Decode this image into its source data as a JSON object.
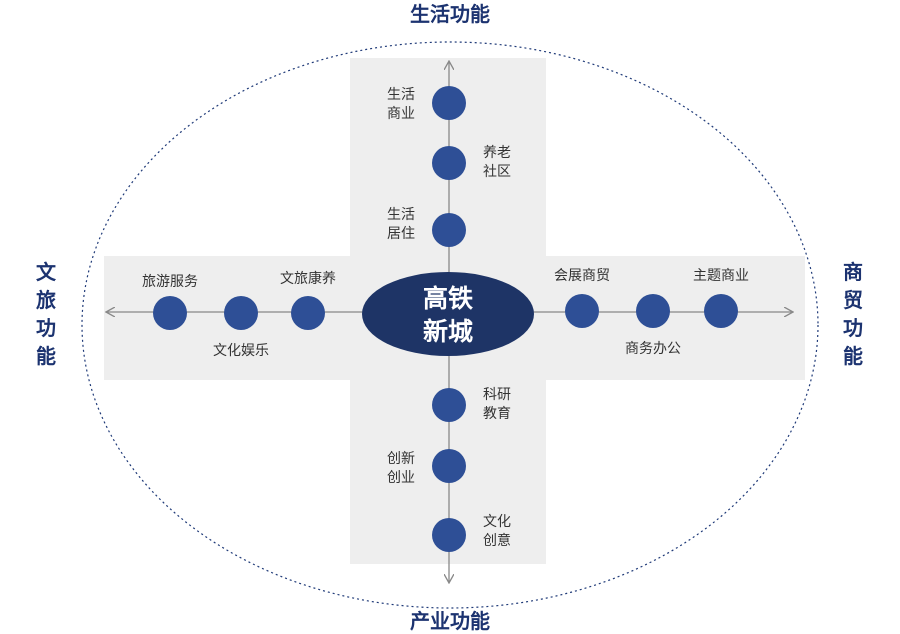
{
  "colors": {
    "node": "#2e4f96",
    "center": "#1e3466",
    "title": "#1c3370",
    "band": "#eeeeee",
    "axis": "#888888",
    "ellipse": "#1f3a78"
  },
  "center": {
    "line1": "高铁",
    "line2": "新城"
  },
  "functions": {
    "top": "生活功能",
    "bottom": "产业功能",
    "left": [
      "文",
      "旅",
      "功",
      "能"
    ],
    "right": [
      "商",
      "贸",
      "功",
      "能"
    ]
  },
  "nodes": {
    "top": [
      {
        "lines": [
          "生活",
          "商业"
        ]
      },
      {
        "lines": [
          "养老",
          "社区"
        ]
      },
      {
        "lines": [
          "生活",
          "居住"
        ]
      }
    ],
    "bottom": [
      {
        "lines": [
          "科研",
          "教育"
        ]
      },
      {
        "lines": [
          "创新",
          "创业"
        ]
      },
      {
        "lines": [
          "文化",
          "创意"
        ]
      }
    ],
    "left": [
      {
        "label": "旅游服务"
      },
      {
        "label": "文化娱乐"
      },
      {
        "label": "文旅康养"
      }
    ],
    "right": [
      {
        "label": "会展商贸"
      },
      {
        "label": "商务办公"
      },
      {
        "label": "主题商业"
      }
    ]
  }
}
